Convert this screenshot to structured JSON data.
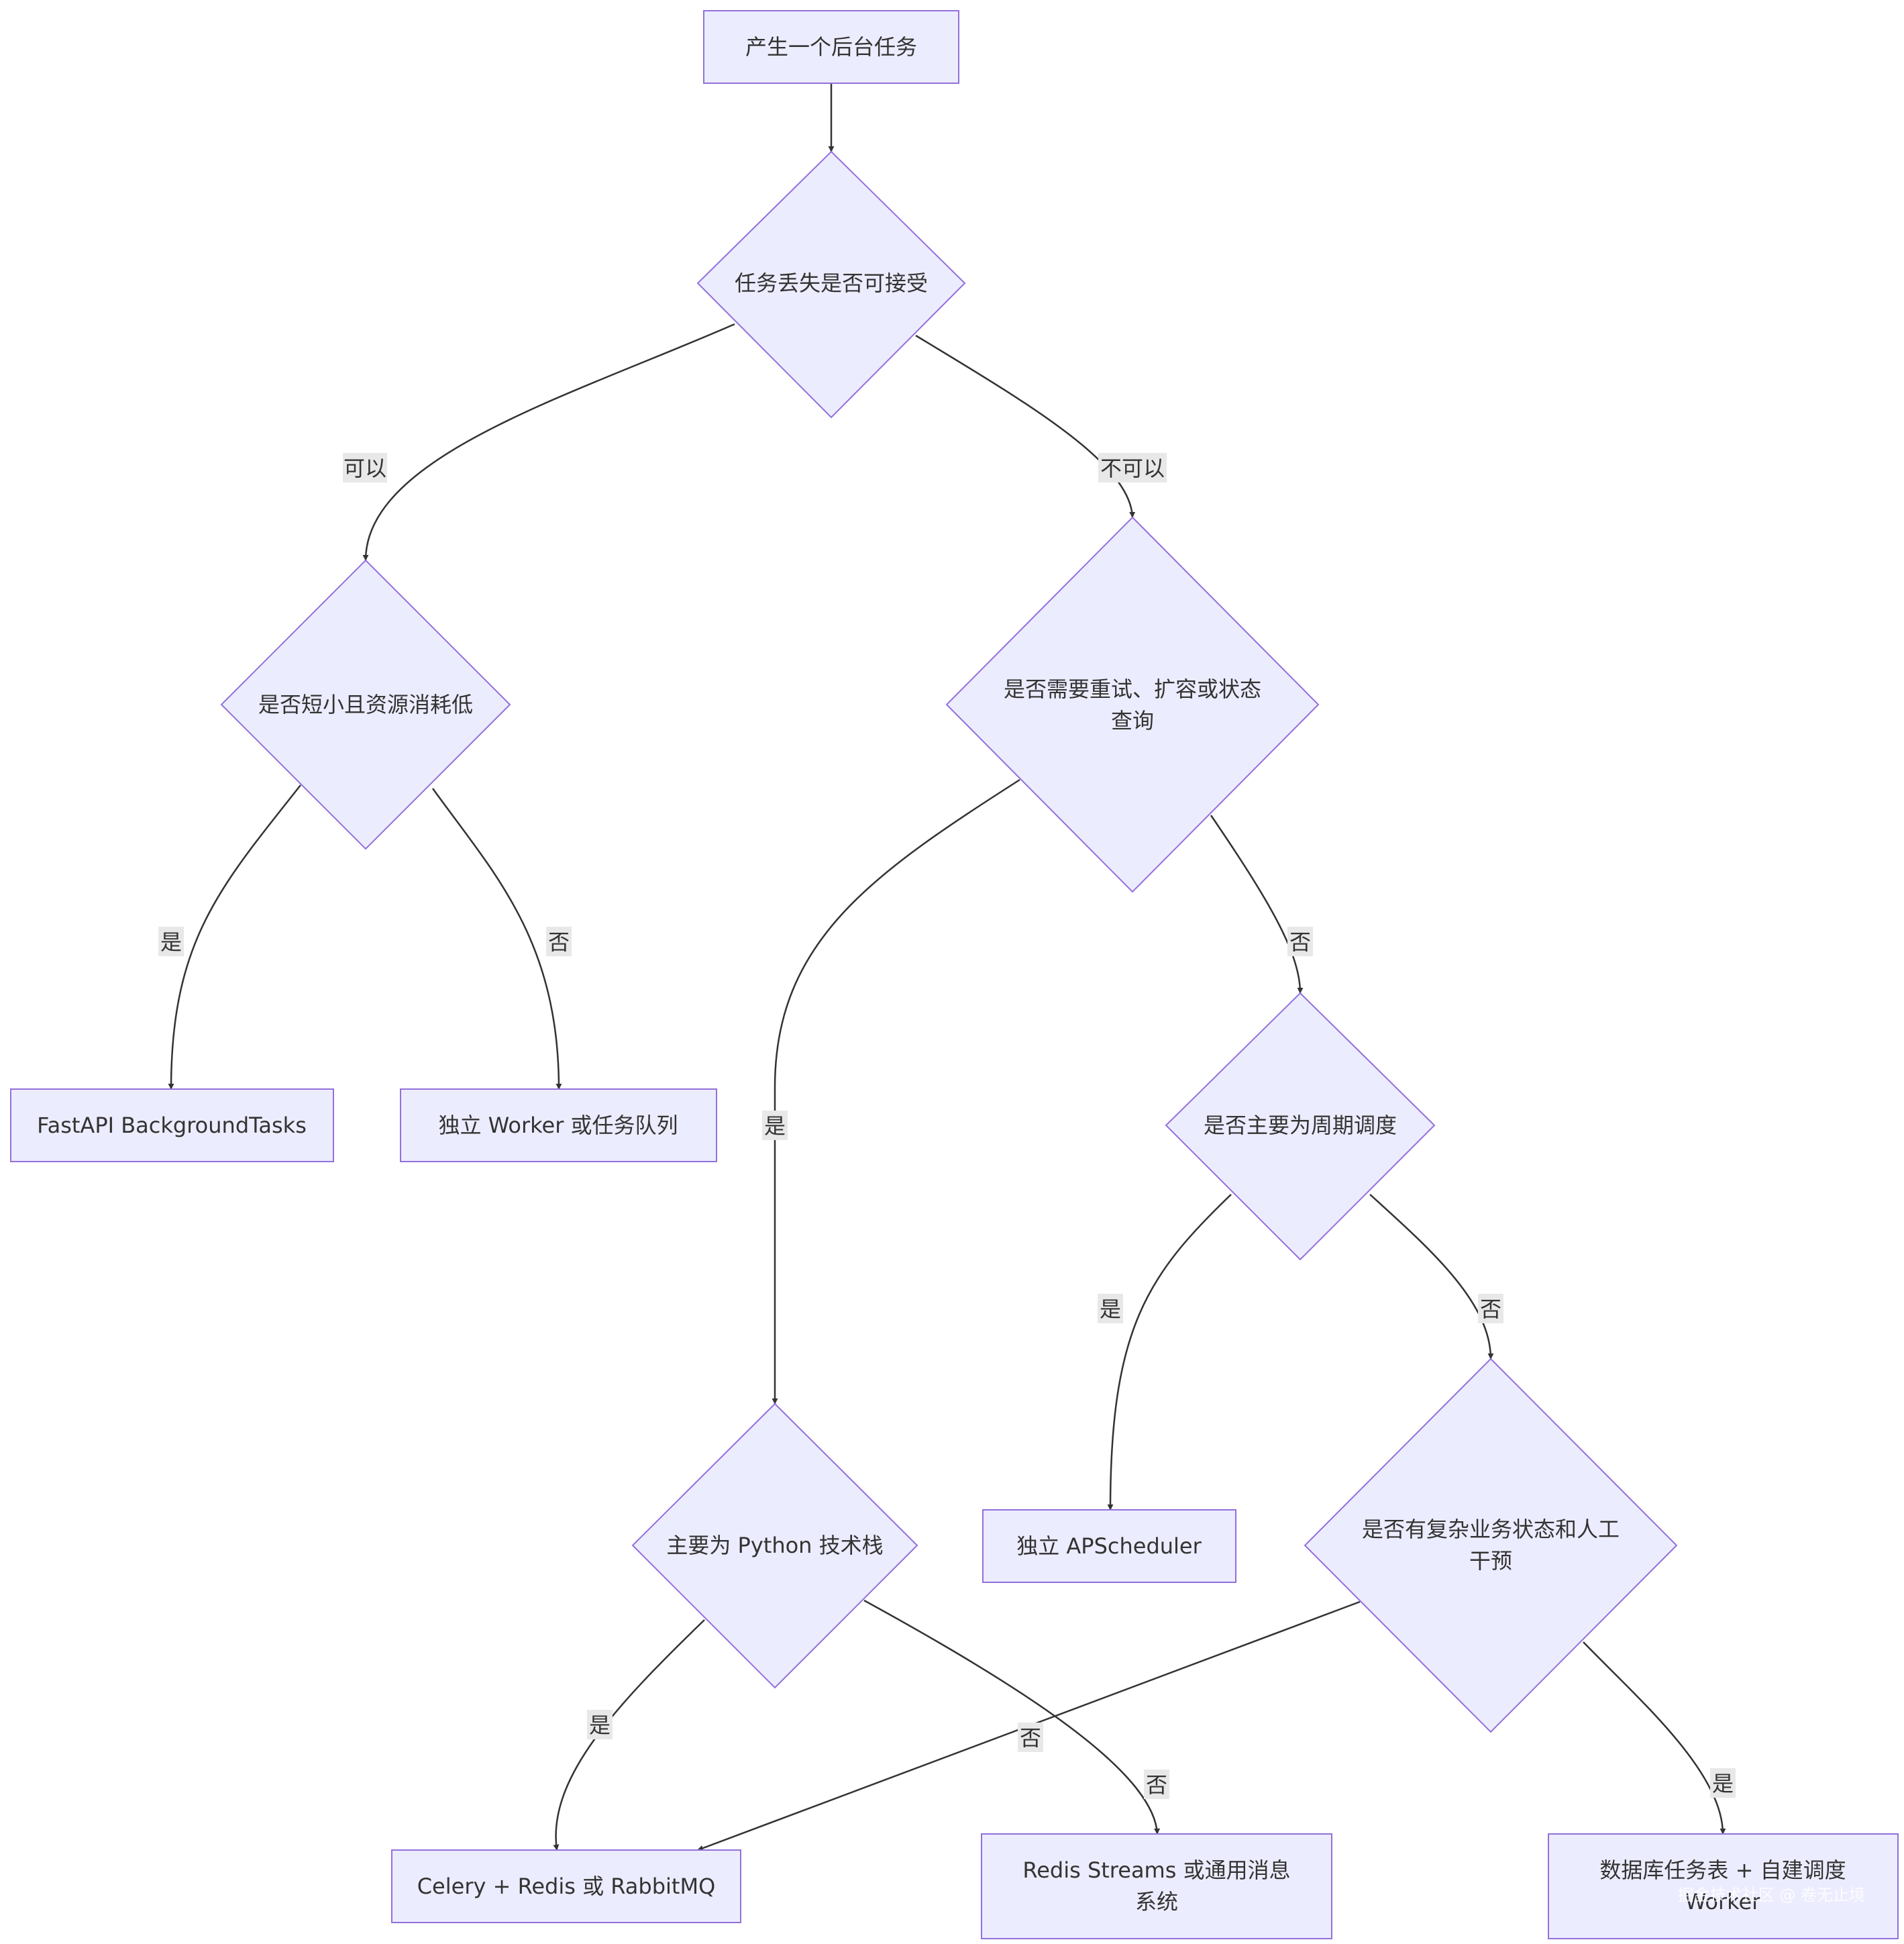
{
  "colors": {
    "node_fill": "#ECECFF",
    "node_stroke": "#9370DB",
    "edge": "#333333",
    "label_bg": "#E8E8E8",
    "text": "#333333"
  },
  "nodes": {
    "start": "产生一个后台任务",
    "q_loss": "任务丢失是否可接受",
    "q_short": "是否短小且资源消耗低",
    "q_retry": [
      "是否需要重试、扩容或状态",
      "查询"
    ],
    "q_periodic": "是否主要为周期调度",
    "q_python": "主要为 Python 技术栈",
    "q_complex": [
      "是否有复杂业务状态和人工",
      "干预"
    ],
    "fastapi": "FastAPI BackgroundTasks",
    "worker": "独立 Worker 或任务队列",
    "apscheduler": "独立 APScheduler",
    "celery": "Celery + Redis 或 RabbitMQ",
    "redis_streams": [
      "Redis Streams 或通用消息",
      "系统"
    ],
    "db_table": [
      "数据库任务表 + 自建调度",
      "Worker"
    ]
  },
  "edge_labels": {
    "loss_yes": "可以",
    "loss_no": "不可以",
    "short_yes": "是",
    "short_no": "否",
    "retry_yes": "是",
    "retry_no": "否",
    "periodic_yes": "是",
    "periodic_no": "否",
    "python_yes": "是",
    "python_no": "否",
    "complex_yes": "是",
    "complex_no": "否"
  },
  "watermark": "掘金技术社区 @ 卷无止境"
}
